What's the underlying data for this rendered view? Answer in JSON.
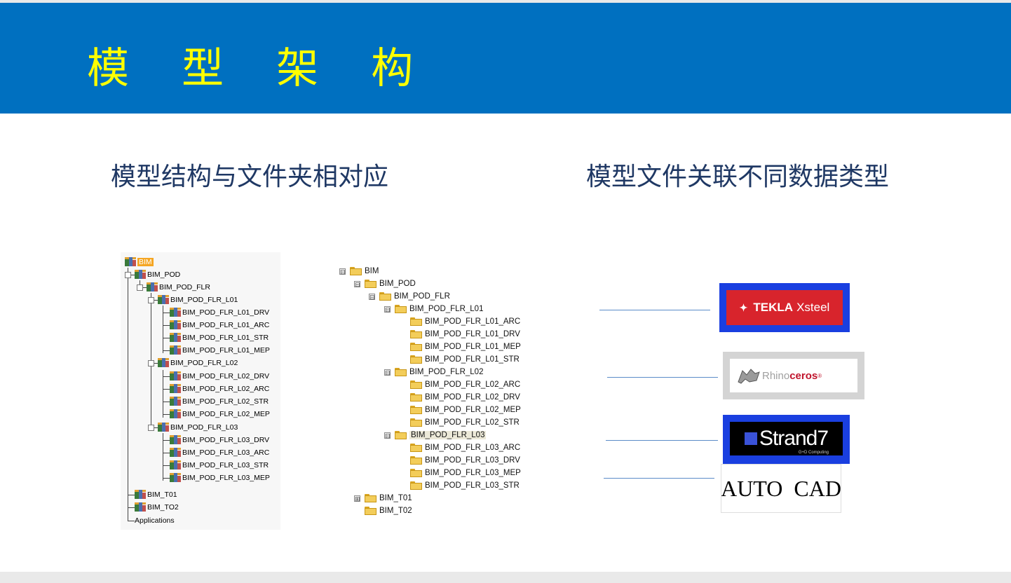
{
  "header": {
    "title": "模 型 架 构"
  },
  "subtitles": {
    "left": "模型结构与文件夹相对应",
    "right": "模型文件关联不同数据类型"
  },
  "tree_product": {
    "root": "BIM",
    "items": [
      "BIM_POD",
      "BIM_POD_FLR",
      "BIM_POD_FLR_L01",
      "BIM_POD_FLR_L01_DRV",
      "BIM_POD_FLR_L01_ARC",
      "BIM_POD_FLR_L01_STR",
      "BIM_POD_FLR_L01_MEP",
      "BIM_POD_FLR_L02",
      "BIM_POD_FLR_L02_DRV",
      "BIM_POD_FLR_L02_ARC",
      "BIM_POD_FLR_L02_STR",
      "BIM_POD_FLR_L02_MEP",
      "BIM_POD_FLR_L03",
      "BIM_POD_FLR_L03_DRV",
      "BIM_POD_FLR_L03_ARC",
      "BIM_POD_FLR_L03_STR",
      "BIM_POD_FLR_L03_MEP",
      "BIM_T01",
      "BIM_TO2",
      "Applications"
    ]
  },
  "tree_folder": {
    "items": [
      "BIM",
      "BIM_POD",
      "BIM_POD_FLR",
      "BIM_POD_FLR_L01",
      "BIM_POD_FLR_L01_ARC",
      "BIM_POD_FLR_L01_DRV",
      "BIM_POD_FLR_L01_MEP",
      "BIM_POD_FLR_L01_STR",
      "BIM_POD_FLR_L02",
      "BIM_POD_FLR_L02_ARC",
      "BIM_POD_FLR_L02_DRV",
      "BIM_POD_FLR_L02_MEP",
      "BIM_POD_FLR_L02_STR",
      "BIM_POD_FLR_L03",
      "BIM_POD_FLR_L03_ARC",
      "BIM_POD_FLR_L03_DRV",
      "BIM_POD_FLR_L03_MEP",
      "BIM_POD_FLR_L03_STR",
      "BIM_T01",
      "BIM_T02"
    ],
    "expander_collapsed": "⊞",
    "expander_expanded": "⊟"
  },
  "logos": {
    "tekla_brand": "TEKLA",
    "tekla_product": "Xsteel",
    "rhino_a": "Rhino",
    "rhino_b": "ceros",
    "rhino_mark": "®",
    "strand": "Strand7",
    "strand_sub": "G+D Computing",
    "autocad": "AUTO CAD"
  },
  "colors": {
    "banner": "#0070c0",
    "title": "#ffff00",
    "subtitle": "#1f3864",
    "connector": "#5b8cc8"
  }
}
